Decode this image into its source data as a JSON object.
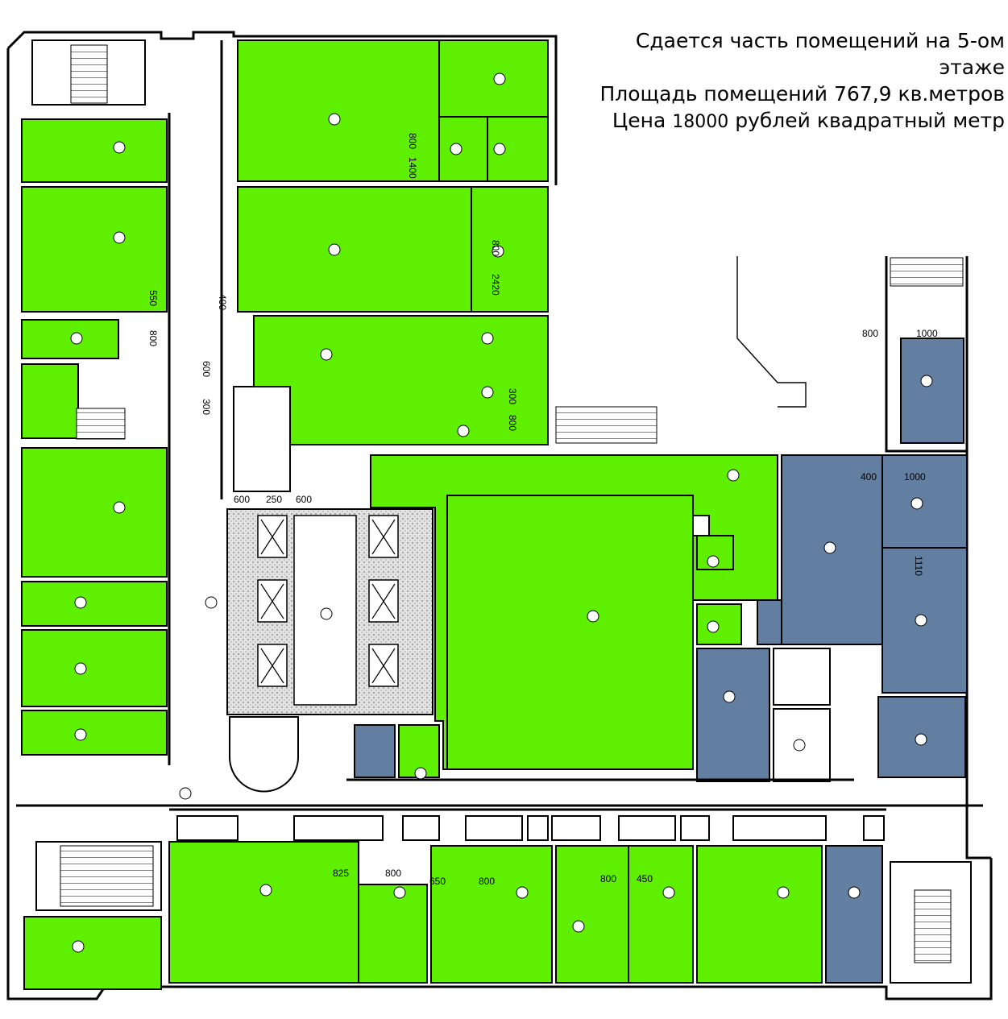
{
  "info": {
    "line1": "Сдается часть помещений на  5-ом",
    "line2": "этаже",
    "line3": "Площадь помещений 767,9 кв.метров",
    "line4_prefix": "Цена ",
    "line4_price": "18000",
    "line4_suffix": " рублей квадратный метр"
  },
  "colors": {
    "available": "#5ef000",
    "occupied": "#627ea0",
    "wall": "#000000",
    "hatch": "#c8c8c8"
  },
  "dimensions": [
    "800",
    "1400",
    "800",
    "2420",
    "550",
    "400",
    "300",
    "600",
    "800",
    "300",
    "800",
    "600",
    "250",
    "600",
    "800",
    "1000",
    "400",
    "1000",
    "1110",
    "825",
    "800",
    "650",
    "800",
    "800",
    "450"
  ]
}
